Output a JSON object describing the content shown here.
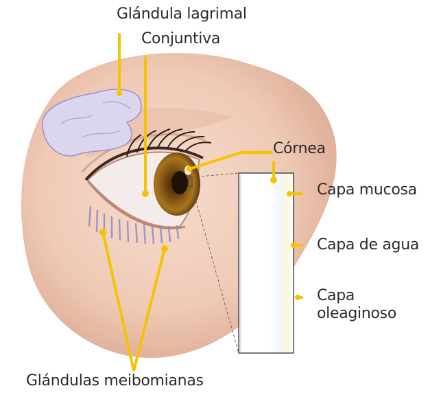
{
  "labels": {
    "lacrimal_gland": "Glándula lagrimal",
    "conjunctiva": "Conjuntiva",
    "cornea": "Córnea",
    "mucous_layer": "Capa mucosa",
    "water_layer": "Capa de agua",
    "oily_layer_line1": "Capa",
    "oily_layer_line2": "oleaginoso",
    "meibomian_glands": "Glándulas meibomianas"
  },
  "colors": {
    "leader": "#f5c400",
    "skin_light": "#f4d7c6",
    "skin_dark": "#d9a892",
    "gland": "#d9d3ec",
    "iris": "#9a6a1a",
    "meibomian": "#8a86c8",
    "text": "#2b2b2b"
  }
}
